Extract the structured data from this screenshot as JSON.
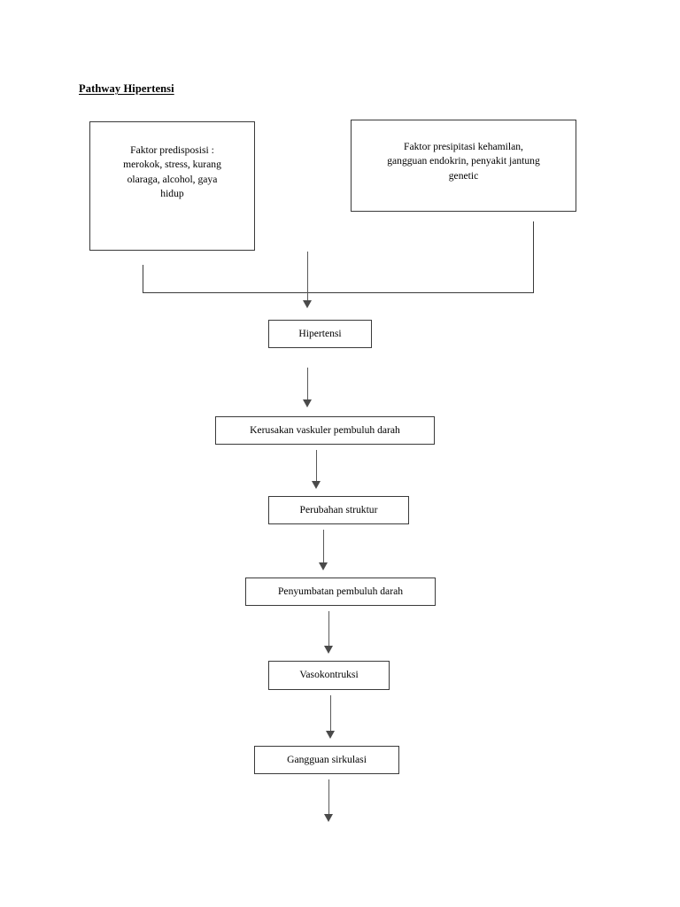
{
  "document": {
    "title": "Pathway Hipertensi",
    "background_color": "#ffffff",
    "text_color": "#000000",
    "border_color": "#3a3a3a",
    "arrow_color": "#4a4a4a"
  },
  "chart_data": {
    "type": "diagram",
    "title": "Pathway Hipertensi",
    "orientation": "top-to-bottom",
    "nodes": [
      {
        "id": "predisposisi",
        "label": "Faktor predisposisi : merokok, stress, kurang olaraga, alcohol, gaya hidup"
      },
      {
        "id": "presipitasi",
        "label": "Faktor presipitasi kehamilan, gangguan endokrin, penyakit jantung genetic"
      },
      {
        "id": "hipertensi",
        "label": "Hipertensi"
      },
      {
        "id": "kerusakan",
        "label": "Kerusakan vaskuler pembuluh darah"
      },
      {
        "id": "perubahan",
        "label": "Perubahan struktur"
      },
      {
        "id": "penyumbatan",
        "label": "Penyumbatan pembuluh darah"
      },
      {
        "id": "vasokontruksi",
        "label": "Vasokontruksi"
      },
      {
        "id": "gangguan",
        "label": "Gangguan sirkulasi"
      }
    ],
    "edges": [
      {
        "from": "predisposisi",
        "to": "hipertensi",
        "style": "elbow-merge"
      },
      {
        "from": "presipitasi",
        "to": "hipertensi",
        "style": "elbow-merge"
      },
      {
        "from": "hipertensi",
        "to": "kerusakan",
        "style": "arrow"
      },
      {
        "from": "kerusakan",
        "to": "perubahan",
        "style": "arrow"
      },
      {
        "from": "perubahan",
        "to": "penyumbatan",
        "style": "arrow"
      },
      {
        "from": "penyumbatan",
        "to": "vasokontruksi",
        "style": "arrow"
      },
      {
        "from": "vasokontruksi",
        "to": "gangguan",
        "style": "arrow"
      },
      {
        "from": "gangguan",
        "to": null,
        "style": "arrow-continues-offpage"
      }
    ]
  },
  "nodes": {
    "predisposisi": {
      "line1": "Faktor predisposisi :",
      "line2": "merokok, stress, kurang",
      "line3": "olaraga, alcohol, gaya",
      "line4": "hidup"
    },
    "presipitasi": {
      "line1": "Faktor presipitasi kehamilan,",
      "line2": "gangguan endokrin, penyakit jantung",
      "line3": "genetic"
    },
    "hipertensi": {
      "label": "Hipertensi"
    },
    "kerusakan": {
      "label": "Kerusakan vaskuler pembuluh darah"
    },
    "perubahan": {
      "label": "Perubahan struktur"
    },
    "penyumbatan": {
      "label": "Penyumbatan pembuluh darah"
    },
    "vasokontruksi": {
      "label": "Vasokontruksi"
    },
    "gangguan": {
      "label": "Gangguan sirkulasi"
    }
  }
}
